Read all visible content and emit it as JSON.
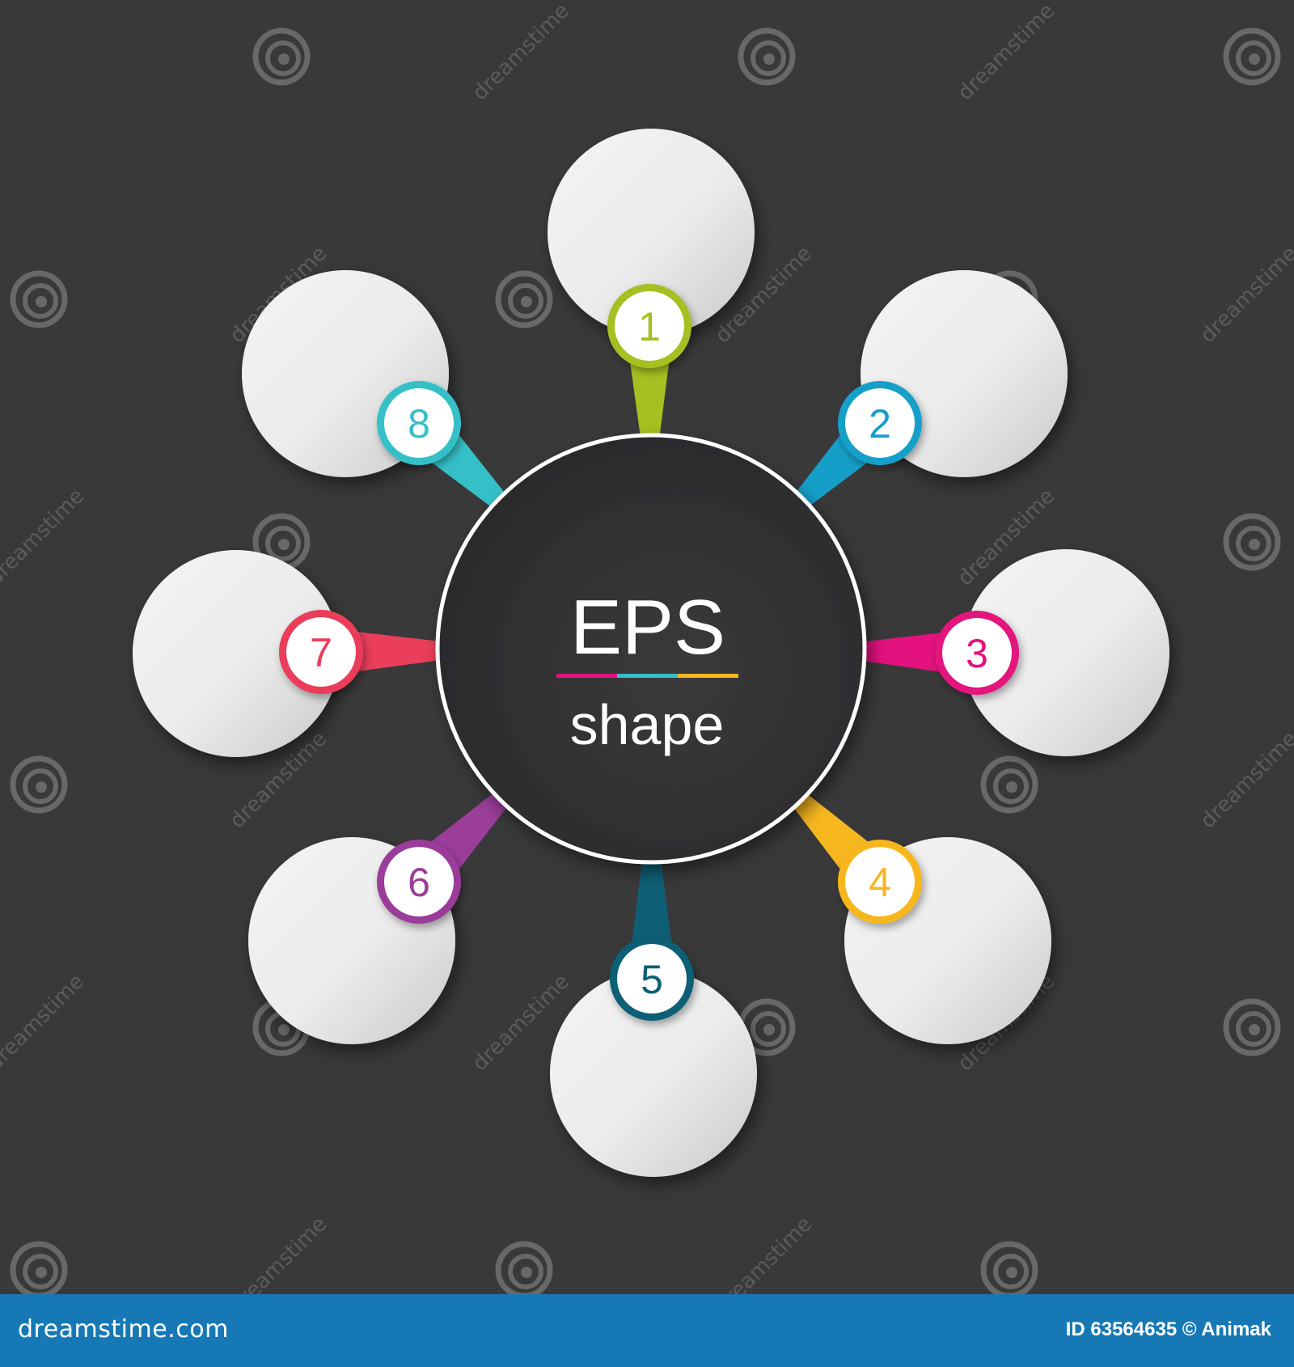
{
  "center": {
    "title": "EPS",
    "subtitle": "shape"
  },
  "nodes": [
    {
      "number": "1",
      "color": "#a5c020"
    },
    {
      "number": "2",
      "color": "#159fc8"
    },
    {
      "number": "3",
      "color": "#e3127e"
    },
    {
      "number": "4",
      "color": "#f7b71f"
    },
    {
      "number": "5",
      "color": "#0e5f75"
    },
    {
      "number": "6",
      "color": "#9a3e9a"
    },
    {
      "number": "7",
      "color": "#ea3e5a"
    },
    {
      "number": "8",
      "color": "#35c0c8"
    }
  ],
  "divider_colors": [
    "#e3127e",
    "#35c0c8",
    "#f7b71f"
  ],
  "watermark": {
    "text": "dreamstime"
  },
  "footer": {
    "site": "dreamstime.com",
    "credit": "ID 63564635 © Animak"
  }
}
